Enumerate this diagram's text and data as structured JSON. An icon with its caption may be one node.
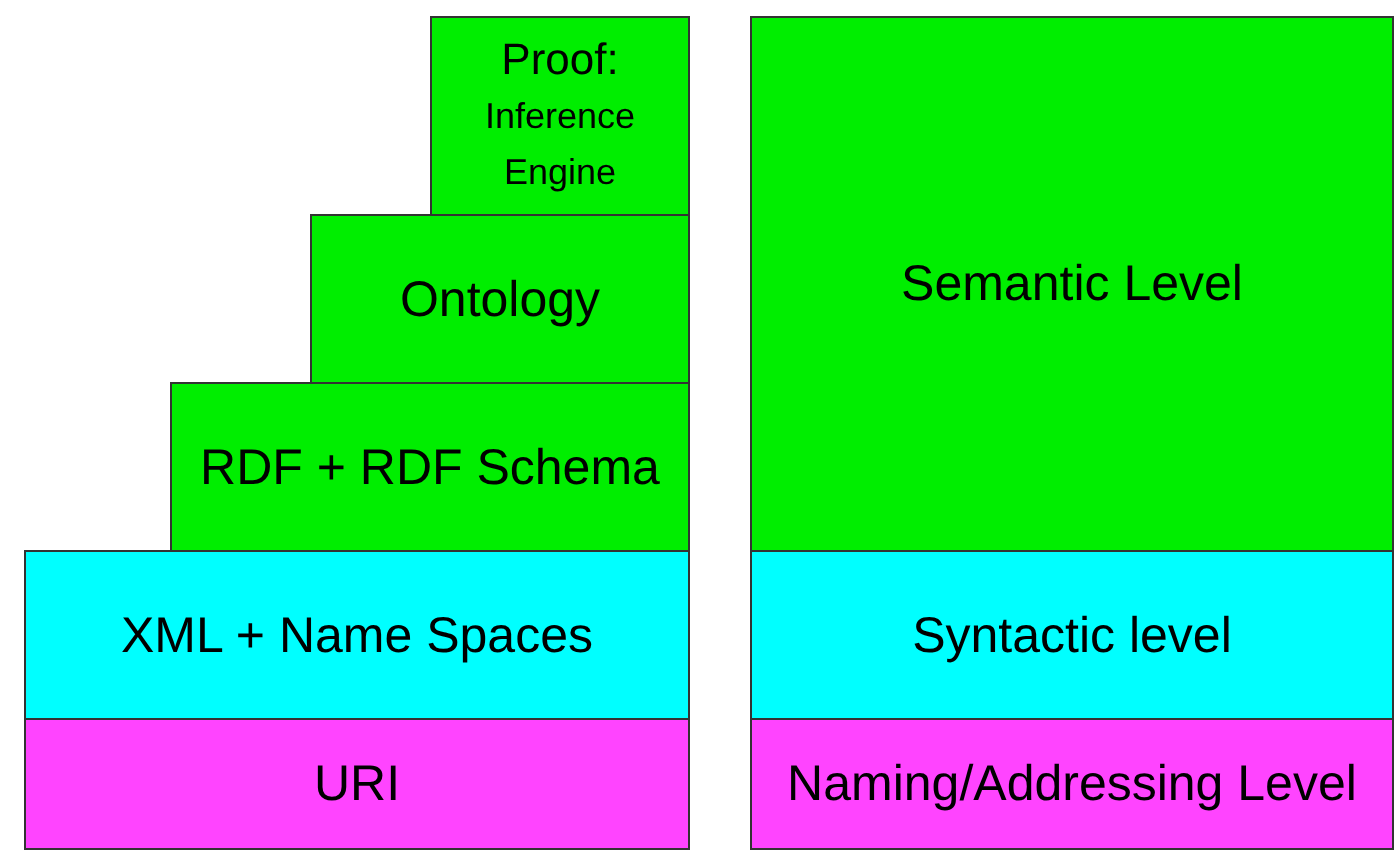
{
  "diagram": {
    "nodes": [
      {
        "text": [
          "Proof:",
          "Inference Engine"
        ]
      },
      {
        "text": [
          "Ontology"
        ]
      },
      {
        "text": [
          "RDF + RDF Schema"
        ]
      },
      {
        "text": [
          "XML + Name Spaces"
        ]
      },
      {
        "text": [
          "URI"
        ]
      },
      {
        "text": [
          "Semantic Level"
        ]
      },
      {
        "text": [
          "Syntactic level"
        ]
      },
      {
        "text": [
          "Naming/Addressing Level"
        ]
      }
    ]
  }
}
